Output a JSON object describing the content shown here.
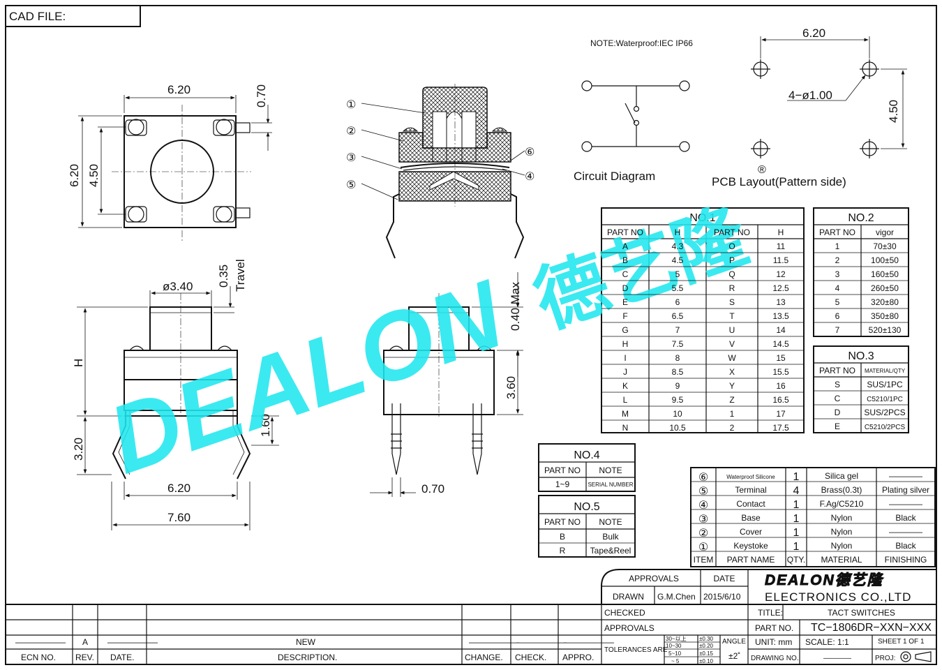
{
  "sheet": {
    "cad_file": "CAD FILE:",
    "note": "NOTE:Waterproof:IEC  IP66",
    "circuit_title": "Circuit  Diagram",
    "pcb_title": "PCB  Layout(Pattern  side)",
    "reg_mark": "®"
  },
  "dims": {
    "top_w": "6.20",
    "top_h": "6.20",
    "top_pitch": "4.50",
    "top_pin": "0.70",
    "stem_dia": "ø3.40",
    "travel_val": "0.35",
    "travel_lbl": "Travel",
    "h_lbl": "H",
    "base_h": "3.20",
    "foot_h": "1.60",
    "body_w": "6.20",
    "overall_w": "7.60",
    "max_lbl": "0.40 Max",
    "body_h": "3.60",
    "pin_w": "0.70",
    "pcb_w": "6.20",
    "pcb_h": "4.50",
    "pcb_hole": "4−ø1.00"
  },
  "callouts": [
    "①",
    "②",
    "③",
    "⑤",
    "⑥",
    "④"
  ],
  "no1": {
    "title": "NO.1",
    "headers": [
      "PART  NO",
      "H",
      "PART  NO",
      "H"
    ],
    "rows": [
      [
        "A",
        "4.3",
        "O",
        "11"
      ],
      [
        "B",
        "4.5",
        "P",
        "11.5"
      ],
      [
        "C",
        "5",
        "Q",
        "12"
      ],
      [
        "D",
        "5.5",
        "R",
        "12.5"
      ],
      [
        "E",
        "6",
        "S",
        "13"
      ],
      [
        "F",
        "6.5",
        "T",
        "13.5"
      ],
      [
        "G",
        "7",
        "U",
        "14"
      ],
      [
        "H",
        "7.5",
        "V",
        "14.5"
      ],
      [
        "I",
        "8",
        "W",
        "15"
      ],
      [
        "J",
        "8.5",
        "X",
        "15.5"
      ],
      [
        "K",
        "9",
        "Y",
        "16"
      ],
      [
        "L",
        "9.5",
        "Z",
        "16.5"
      ],
      [
        "M",
        "10",
        "1",
        "17"
      ],
      [
        "N",
        "10.5",
        "2",
        "17.5"
      ]
    ]
  },
  "no2": {
    "title": "NO.2",
    "headers": [
      "PART  NO",
      "vigor"
    ],
    "rows": [
      [
        "1",
        "70±30"
      ],
      [
        "2",
        "100±50"
      ],
      [
        "3",
        "160±50"
      ],
      [
        "4",
        "260±50"
      ],
      [
        "5",
        "320±80"
      ],
      [
        "6",
        "350±80"
      ],
      [
        "7",
        "520±130"
      ]
    ]
  },
  "no3": {
    "title": "NO.3",
    "headers": [
      "PART  NO",
      "MATERIAL/QTY"
    ],
    "rows": [
      [
        "S",
        "SUS/1PC"
      ],
      [
        "C",
        "C5210/1PC"
      ],
      [
        "D",
        "SUS/2PCS"
      ],
      [
        "E",
        "C5210/2PCS"
      ]
    ]
  },
  "no4": {
    "title": "NO.4",
    "headers": [
      "PART  NO",
      "NOTE"
    ],
    "rows": [
      [
        "1~9",
        "SERIAL NUMBER"
      ]
    ]
  },
  "no5": {
    "title": "NO.5",
    "headers": [
      "PART  NO",
      "NOTE"
    ],
    "rows": [
      [
        "B",
        "Bulk"
      ],
      [
        "R",
        "Tape&Reel"
      ]
    ]
  },
  "bom": {
    "rows": [
      [
        "⑥",
        "Waterproof Silicone",
        "1",
        "Silica  gel",
        "————"
      ],
      [
        "⑤",
        "Terminal",
        "4",
        "Brass(0.3t)",
        "Plating  silver"
      ],
      [
        "④",
        "Contact",
        "1",
        "F.Ag/C5210",
        "————"
      ],
      [
        "③",
        "Base",
        "1",
        "Nylon",
        "Black"
      ],
      [
        "②",
        "Cover",
        "1",
        "Nylon",
        "————"
      ],
      [
        "①",
        "Keystoke",
        "1",
        "Nylon",
        "Black"
      ]
    ],
    "headers": [
      "ITEM",
      "PART  NAME",
      "QTY.",
      "MATERIAL",
      "FINISHING"
    ]
  },
  "title_block": {
    "approvals_hdr": "APPROVALS",
    "date_hdr": "DATE",
    "drawn": "DRAWN",
    "drawn_by": "G.M.Chen",
    "drawn_date": "2015/6/10",
    "checked": "CHECKED",
    "approvals": "APPROVALS",
    "tolerances": "TOLERANCES  ARE",
    "tol_ranges": [
      "30~以上",
      "10~30",
      "5~10",
      "~ 5"
    ],
    "tol_values": [
      "±0.30",
      "±0.20",
      "±0.15",
      "±0.10"
    ],
    "angle": "ANGLE",
    "angle_val": "±2˚",
    "company": "ELECTRONICS  CO.,LTD",
    "logo_text": "DEALON德艺隆",
    "title_lbl": "TITLE:",
    "title_val": "TACT  SWITCHES",
    "part_lbl": "PART  NO.",
    "part_val": "TC−1806DR−XXN−XXX",
    "unit": "UNIT:  mm",
    "scale": "SCALE:    1:1",
    "sheet": "SHEET    1  OF  1",
    "drawing_no": "DRAWING  NO.",
    "drawing_no_val": "————",
    "proj": "PROJ:"
  },
  "revision": {
    "dash": "——————",
    "rev": "A",
    "desc": "NEW",
    "headers": [
      "ECN  NO.",
      "REV.",
      "DATE.",
      "DESCRIPTION.",
      "CHANGE.",
      "CHECK.",
      "APPRO."
    ]
  },
  "watermark": {
    "latin": "DEALON",
    "cjk": "德艺隆",
    "color": "#1fe8ef"
  }
}
